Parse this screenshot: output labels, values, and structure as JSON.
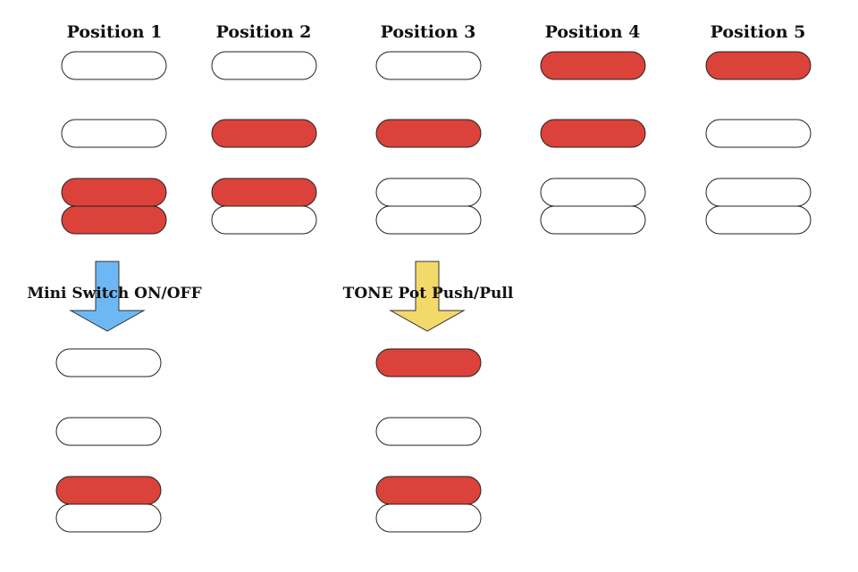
{
  "colors": {
    "active": "#DB423A",
    "inactive": "#FFFFFF",
    "outline": "#222222",
    "mini_switch_arrow": "#6DB8F4",
    "tone_pot_arrow": "#F3D96A"
  },
  "positions": [
    {
      "title": "Position 1",
      "neck": false,
      "middle": false,
      "bridge_top": true,
      "bridge_bottom": true
    },
    {
      "title": "Position 2",
      "neck": false,
      "middle": true,
      "bridge_top": true,
      "bridge_bottom": false
    },
    {
      "title": "Position 3",
      "neck": false,
      "middle": true,
      "bridge_top": false,
      "bridge_bottom": false
    },
    {
      "title": "Position 4",
      "neck": true,
      "middle": true,
      "bridge_top": false,
      "bridge_bottom": false
    },
    {
      "title": "Position 5",
      "neck": true,
      "middle": false,
      "bridge_top": false,
      "bridge_bottom": false
    }
  ],
  "mods": [
    {
      "label": "Mini Switch ON/OFF",
      "arrow_color": "mini_switch_arrow",
      "result": {
        "neck": false,
        "middle": false,
        "bridge_top": true,
        "bridge_bottom": false
      }
    },
    {
      "label": "TONE Pot Push/Pull",
      "arrow_color": "tone_pot_arrow",
      "result": {
        "neck": true,
        "middle": false,
        "bridge_top": true,
        "bridge_bottom": false
      }
    }
  ]
}
